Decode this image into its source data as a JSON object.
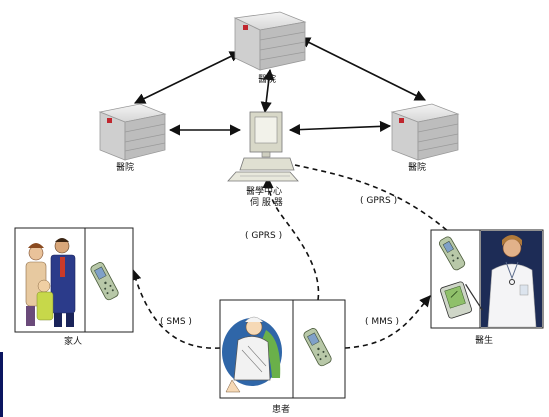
{
  "nodes": {
    "hospital_top": "醫院",
    "hospital_left": "醫院",
    "hospital_right": "醫院",
    "server_line1": "醫學中心",
    "server_line2": "伺 服 器",
    "family": "家人",
    "doctor": "醫生",
    "patient": "患者"
  },
  "links": {
    "server_doctor": "( GPRS )",
    "patient_server": "( GPRS )",
    "patient_family": "( SMS )",
    "patient_doctor": "( MMS )"
  },
  "colors": {
    "hardware": "#e3e3e3",
    "hardware_shadow": "#a8a8a8",
    "led": "#c0262e",
    "solid_link": "#111111",
    "dashed_link": "#111111",
    "edge_strip": "#0b1560"
  }
}
